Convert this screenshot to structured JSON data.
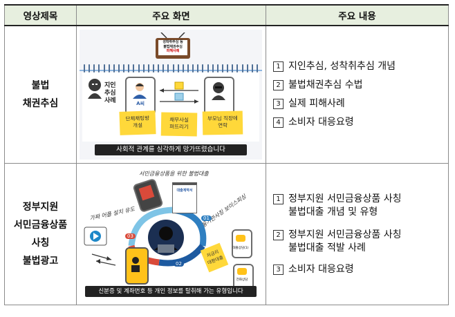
{
  "header": {
    "col1": "영상제목",
    "col2": "주요 화면",
    "col3": "주요 내용"
  },
  "rows": [
    {
      "title_lines": [
        "불법",
        "채권추심"
      ],
      "image": {
        "tv_text": [
          "성착취추심 등",
          "불법채권추심",
          "피해사례"
        ],
        "side_label": [
          "지인",
          "추심",
          "사례"
        ],
        "phone_label": "A씨",
        "sticky_notes": [
          "단체채팅방\n개설",
          "채무사실\n퍼뜨리기",
          "부모님 직장에\n연락"
        ],
        "caption": "사회적 관계를 심각하게 망가뜨렸습니다"
      },
      "items": [
        {
          "num": "1",
          "text": "지인추심, 성착취추심 개념"
        },
        {
          "num": "2",
          "text": "불법채권추심 수법"
        },
        {
          "num": "3",
          "text": "실제 피해사례"
        },
        {
          "num": "4",
          "text": "소비자 대응요령"
        }
      ]
    },
    {
      "title_lines": [
        "정부지원",
        "서민금융상품",
        "사칭",
        "불법광고"
      ],
      "image": {
        "handwritten_top": "서민금융상품을 위한 불법대출",
        "handwritten_left": "가짜 어플 설치 유도",
        "handwritten_right": "금융기관사칭 보이스피싱",
        "badge_numbers": [
          "01",
          "02",
          "03"
        ],
        "doc_label": "대출계약서",
        "sticky_label": "저금리\n대환대출",
        "phone_labels": [
          "대출상담(1)",
          "전화상담"
        ],
        "caption": "신분증 및 계좌번호 등 개인 정보를 탈취해 가는 유형입니다"
      },
      "items": [
        {
          "num": "1",
          "text": "정부지원 서민금융상품 사칭\n불법대출 개념 및 유형"
        },
        {
          "num": "2",
          "text": "정부지원 서민금융상품 사칭\n불법대출 적발 사례"
        },
        {
          "num": "3",
          "text": "소비자 대응요령"
        }
      ]
    }
  ]
}
